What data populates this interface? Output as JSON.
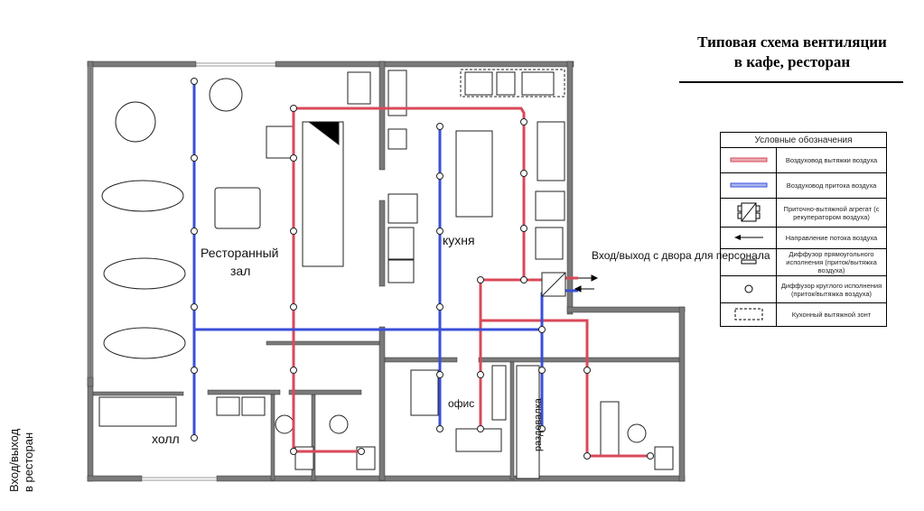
{
  "title": {
    "line1": "Типовая схема вентиляции",
    "line2": "в кафе, ресторан"
  },
  "legend": {
    "header": "Условные обозначения",
    "items": [
      {
        "symbol": "exhaust-duct",
        "label": "Воздуховод вытяжки воздуха"
      },
      {
        "symbol": "supply-duct",
        "label": "Воздуховод притока воздуха"
      },
      {
        "symbol": "air-handling-unit",
        "label": "Приточно-вытяжной агрегат (с рекуператором воздуха)"
      },
      {
        "symbol": "airflow-arrow",
        "label": "Направление потока воздуха"
      },
      {
        "symbol": "rect-diffuser",
        "label": "Диффузор прямоугольного исполнения (приток/вытяжка воздуха)"
      },
      {
        "symbol": "round-diffuser",
        "label": "Диффузор круглого исполнения (приток/вытяжка воздуха)"
      },
      {
        "symbol": "kitchen-hood",
        "label": "Кухонный вытяжной зонт"
      }
    ]
  },
  "rooms": {
    "dining_line1": "Ресторанный",
    "dining_line2": "зал",
    "kitchen": "кухня",
    "hall": "холл",
    "office": "офис",
    "locker": "раздевалка"
  },
  "entrances": {
    "staff": "Вход/выход с двора для персонала",
    "main_line1": "Вход/выход",
    "main_line2": "в ресторан"
  },
  "colors": {
    "exhaust": "#d9495a",
    "supply": "#3a4fd8",
    "wall": "#6e6e6e"
  }
}
